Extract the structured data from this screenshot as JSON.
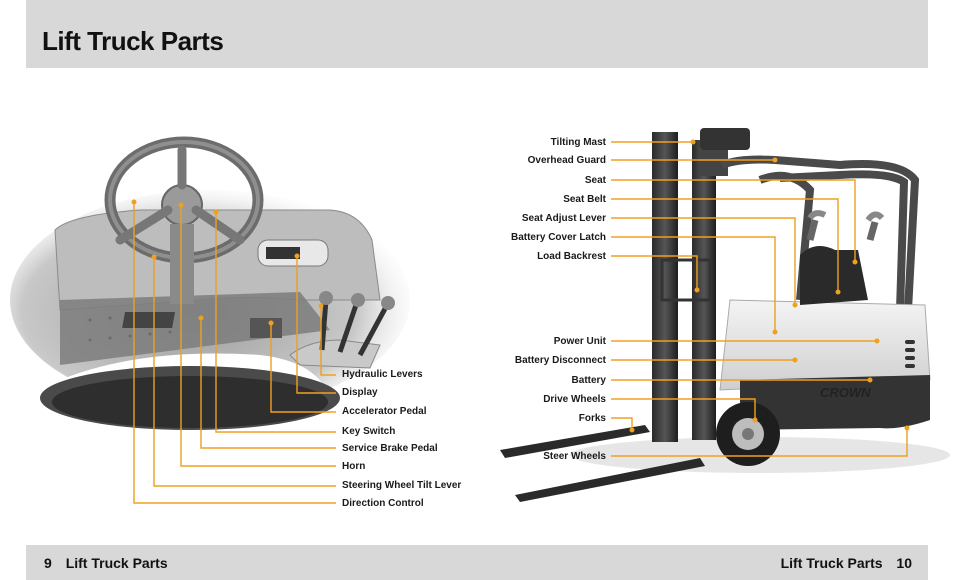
{
  "page_title": "Lift Truck Parts",
  "footer": {
    "left_number": "9",
    "left_label": "Lift Truck Parts",
    "right_label": "Lift Truck Parts",
    "right_number": "10"
  },
  "dashboard_labels": [
    "Hydraulic Levers",
    "Display",
    "Accelerator Pedal",
    "Key Switch",
    "Service Brake Pedal",
    "Horn",
    "Steering Wheel Tilt Lever",
    "Direction Control"
  ],
  "truck_labels_top": [
    "Tilting Mast",
    "Overhead Guard",
    "Seat",
    "Seat Belt",
    "Seat Adjust Lever",
    "Battery Cover Latch",
    "Load Backrest"
  ],
  "truck_labels_bottom": [
    "Power Unit",
    "Battery Disconnect",
    "Battery",
    "Drive Wheels",
    "Forks",
    "Steer Wheels"
  ],
  "brand_mark": "CROWN",
  "colors": {
    "leader": "#f0a020",
    "header_bg": "#d8d8d8",
    "text": "#111111"
  }
}
